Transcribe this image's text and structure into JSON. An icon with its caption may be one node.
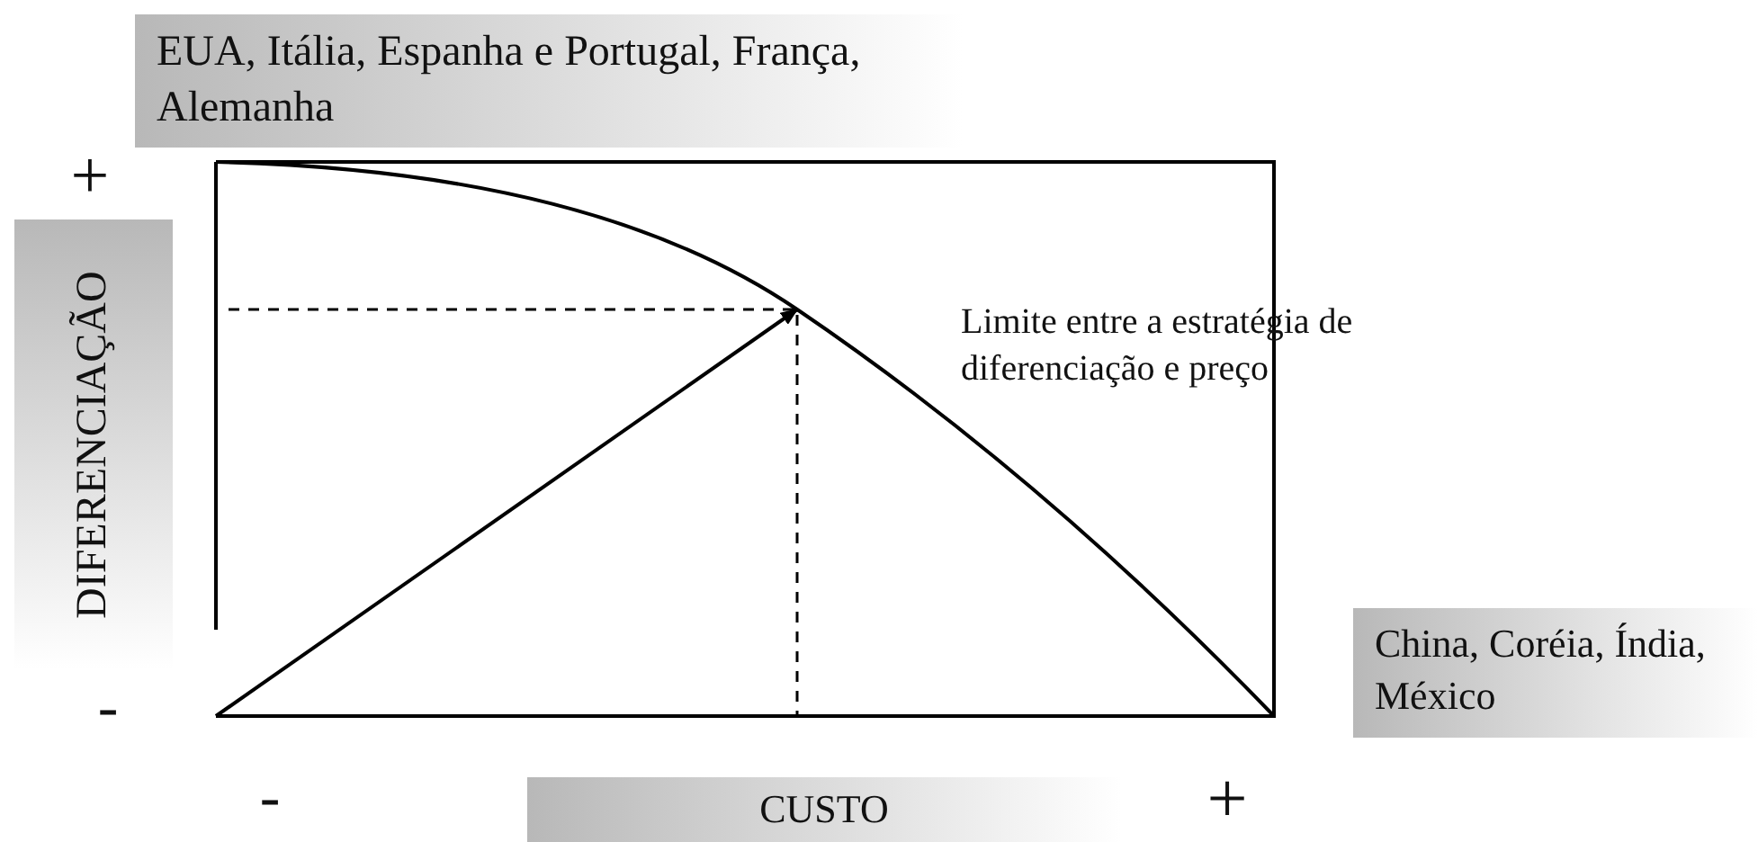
{
  "diagram": {
    "labels": [
      "EUA, Itália, Espanha e Portugal, França, Alemanha",
      "+",
      "DIFERENCIAÇÃO",
      "Limite entre a estratégia de diferenciação e preço",
      "China, Coréia, Índia, México",
      "-",
      "-",
      "CUSTO",
      "+"
    ]
  }
}
